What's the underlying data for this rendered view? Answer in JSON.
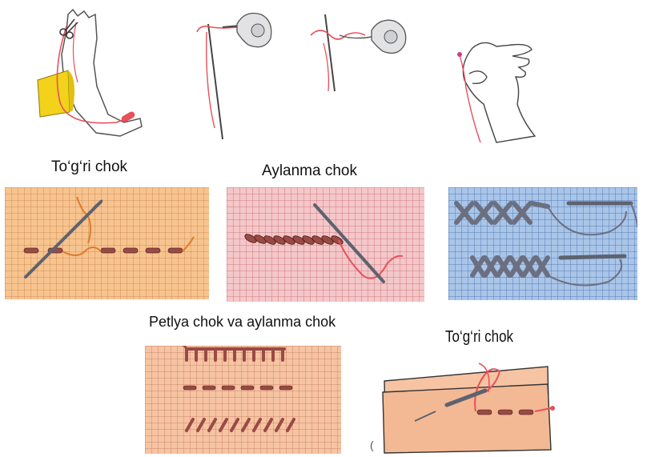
{
  "labels": {
    "togri_chok_1": "To‘g‘ri chok",
    "aylanma_chok": "Aylanma chok",
    "petlya_chok": "Petlya chok va aylanma chok",
    "togri_chok_2": "To‘g‘ri chok",
    "stray_mark": "("
  },
  "colors": {
    "thread_red": "#e8505b",
    "needle_grey": "#6b6f78",
    "stitch_brown": "#9a4a45",
    "tape_yellow": "#f2d21a"
  },
  "icons": [
    "arm-measure-illustration",
    "needle-threader-illustration",
    "needle-threader-loop-illustration",
    "hand-knot-illustration"
  ]
}
